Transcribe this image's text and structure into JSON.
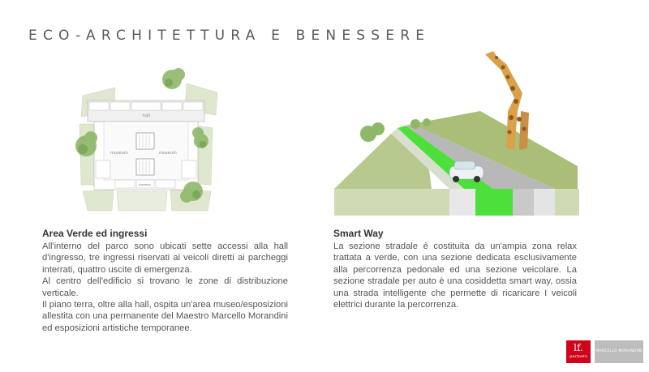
{
  "page": {
    "title": "ECO-ARCHITETTURA E BENESSERE"
  },
  "left": {
    "title": "Area Verde ed ingressi",
    "paragraphs": [
      "All'interno del parco sono ubicati sette accessi alla hall d'ingresso, tre ingressi riservati ai veicoli diretti ai parcheggi interrati, quattro uscite di emergenza.",
      "Al centro dell'edificio si trovano le zone di distribuzione verticale.",
      "Il piano terra, oltre alla hall, ospita un'area museo/esposizioni allestita con una permanente del Maestro Marcello Morandini ed esposizioni artistiche temporanee."
    ]
  },
  "right": {
    "title": "Smart Way",
    "paragraphs": [
      "La sezione stradale è costituita da un'ampia zona relax trattata a verde, con una sezione dedicata esclusivamente alla percorrenza pedonale ed una sezione veicolare. La sezione stradale per auto è una cosiddetta smart way, ossia una strada intelligente che permette di ricaricare I veicoli elettrici durante la percorrenza."
    ]
  },
  "plan_labels": {
    "hall": "hall",
    "museum_left": "museum",
    "museum_right": "museum",
    "ingresso": "ingresso"
  },
  "logos": {
    "lf_main": "lf.",
    "lf_sub": "partners",
    "mm": "MARCELLO MORANDINI"
  },
  "colors": {
    "green_band": "#4ee03a",
    "grass": "#a9bf78",
    "title_gray": "#5a5a5a",
    "logo_red": "#d0021b"
  }
}
